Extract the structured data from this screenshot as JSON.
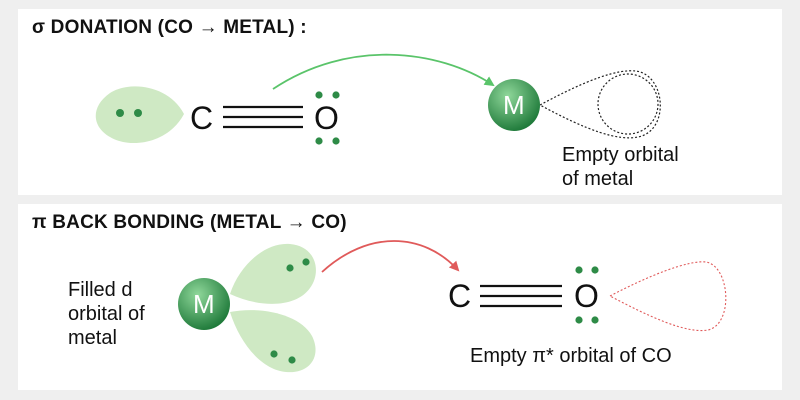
{
  "sigma": {
    "title": "σ DONATION (CO → METAL) :",
    "carbon": "C",
    "oxygen": "O",
    "metal": "M",
    "caption_line1": "Empty orbital",
    "caption_line2": "of metal"
  },
  "pi": {
    "title": "π BACK BONDING (METAL → CO)",
    "filled_line1": "Filled d",
    "filled_line2": "orbital of",
    "filled_line3": "metal",
    "metal": "M",
    "carbon": "C",
    "oxygen": "O",
    "caption": "Empty π* orbital of CO"
  },
  "colors": {
    "lobe_fill": "#cfe9c4",
    "dot": "#2e8b47",
    "sigma_arrow": "#5ac46a",
    "pi_arrow": "#e05a5a",
    "metal_light": "#6cc37a",
    "metal_dark": "#1f7a3a"
  }
}
